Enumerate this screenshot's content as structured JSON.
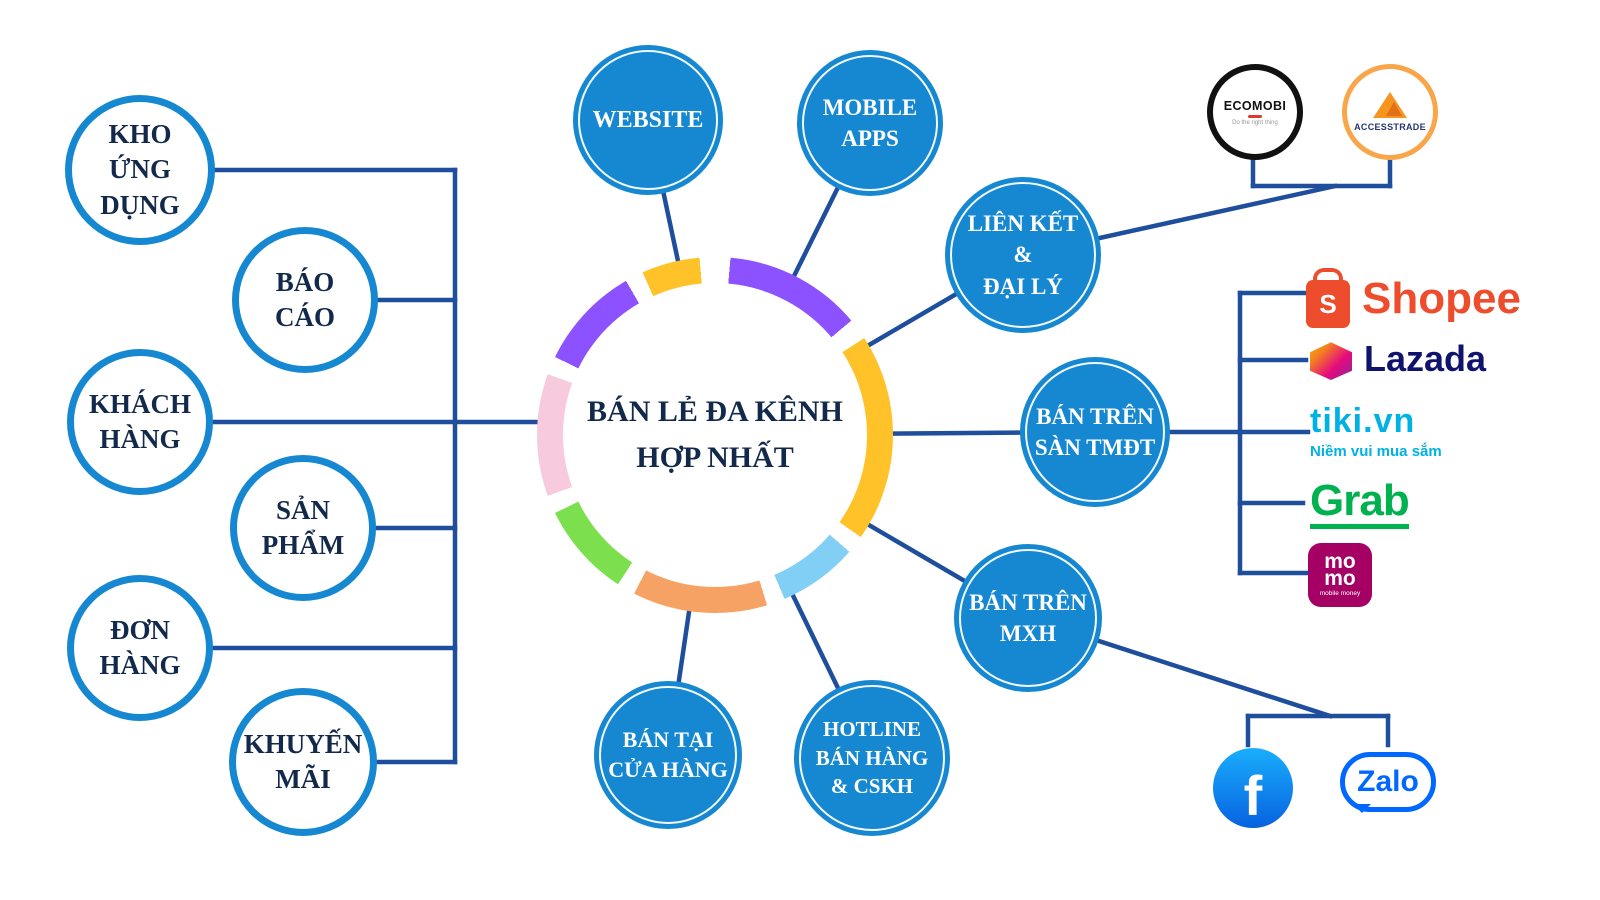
{
  "center": {
    "title": "BÁN LẺ ĐA KÊNH\nHỢP NHẤT",
    "ring_segments": [
      {
        "color": "#8c52ff",
        "start": 5,
        "end": 50
      },
      {
        "color": "#ffc329",
        "start": 57,
        "end": 125
      },
      {
        "color": "#82cff5",
        "start": 131,
        "end": 157
      },
      {
        "color": "#f7a265",
        "start": 163,
        "end": 207
      },
      {
        "color": "#7cdf4e",
        "start": 213,
        "end": 244
      },
      {
        "color": "#f7cadd",
        "start": 250,
        "end": 290
      },
      {
        "color": "#8c52ff",
        "start": 296,
        "end": 330
      },
      {
        "color": "#ffc329",
        "start": 336,
        "end": 355
      }
    ]
  },
  "left_nodes": [
    {
      "label": "KHO\nỨNG\nDỤNG"
    },
    {
      "label": "BÁO\nCÁO"
    },
    {
      "label": "KHÁCH\nHÀNG"
    },
    {
      "label": "SẢN\nPHẨM"
    },
    {
      "label": "ĐƠN\nHÀNG"
    },
    {
      "label": "KHUYẾN\nMÃI"
    }
  ],
  "channel_nodes": [
    {
      "label": "WEBSITE"
    },
    {
      "label": "MOBILE\nAPPS"
    },
    {
      "label": "LIÊN KẾT\n&\nĐẠI LÝ"
    },
    {
      "label": "BÁN TRÊN\nSÀN TMĐT"
    },
    {
      "label": "BÁN TRÊN\nMXH"
    },
    {
      "label": "HOTLINE\nBÁN HÀNG\n& CSKH"
    },
    {
      "label": "BÁN TẠI\nCỬA HÀNG"
    }
  ],
  "partners": {
    "ecomobi": {
      "name": "ECOMOBI",
      "tagline": "Do the right thing"
    },
    "accesstrade": {
      "name": "ACCESSTRADE",
      "accent": "#f7941d"
    },
    "shopee": {
      "name": "Shopee",
      "icon_letter": "S",
      "color": "#ee4d2d"
    },
    "lazada": {
      "name": "Lazada",
      "color": "#0f136d"
    },
    "tiki": {
      "name": "tiki.vn",
      "tagline": "Niềm vui mua sắm",
      "color": "#00b2e3"
    },
    "grab": {
      "name": "Grab",
      "color": "#00b14f"
    },
    "momo": {
      "name": "mo\nmo",
      "tagline": "mobile money",
      "color": "#a50064"
    },
    "facebook": {
      "letter": "f",
      "color": "#1877f2"
    },
    "zalo": {
      "name": "Zalo",
      "color": "#0068ff"
    }
  },
  "colors": {
    "node_blue": "#1688d2",
    "connector_line": "#1e4e9c",
    "text_navy": "#13294b"
  }
}
